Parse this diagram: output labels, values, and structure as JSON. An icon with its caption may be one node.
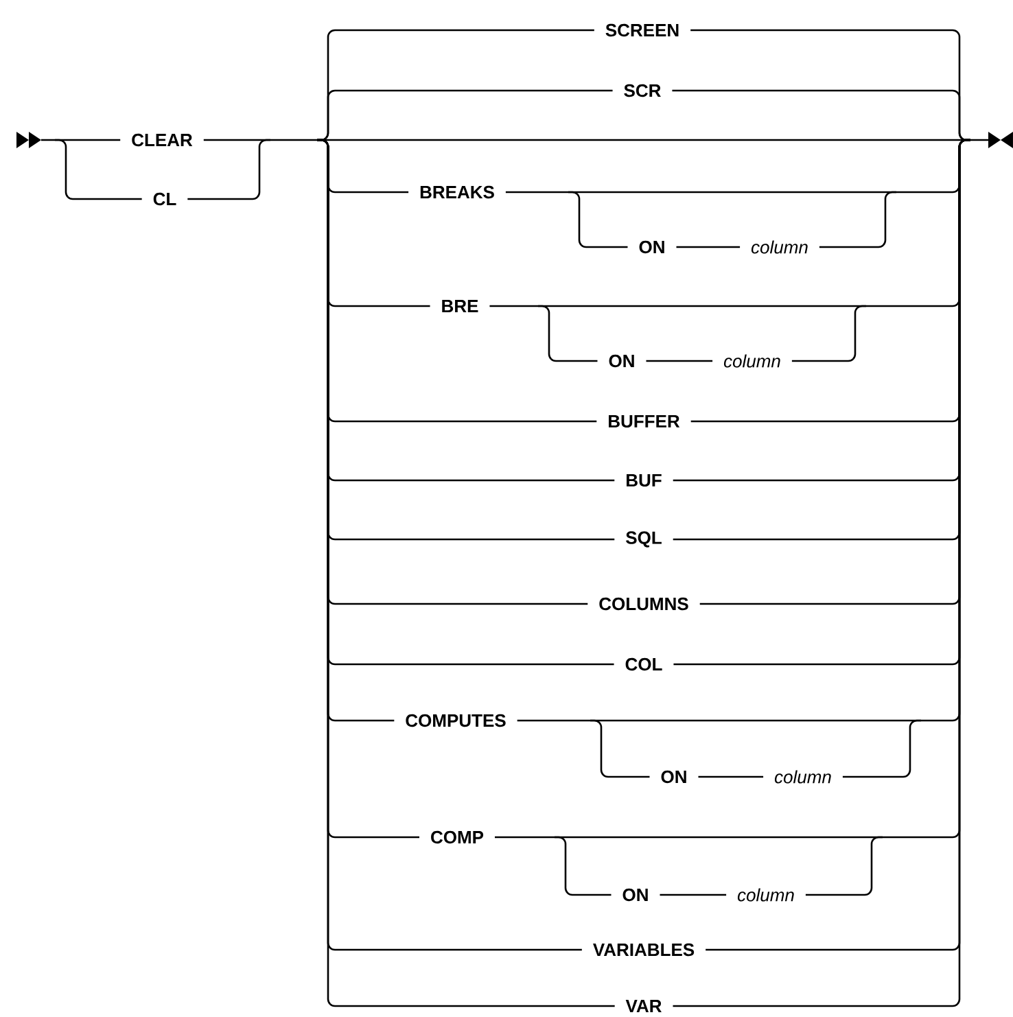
{
  "diagram": {
    "labels": [
      "CLEAR",
      "CL",
      "SCREEN",
      "SCR",
      "BREAKS",
      "ON",
      "column",
      "BRE",
      "ON",
      "column",
      "BUFFER",
      "BUF",
      "SQL",
      "COLUMNS",
      "COL",
      "COMPUTES",
      "ON",
      "column",
      "COMP",
      "ON",
      "column",
      "VARIABLES",
      "VAR"
    ]
  }
}
